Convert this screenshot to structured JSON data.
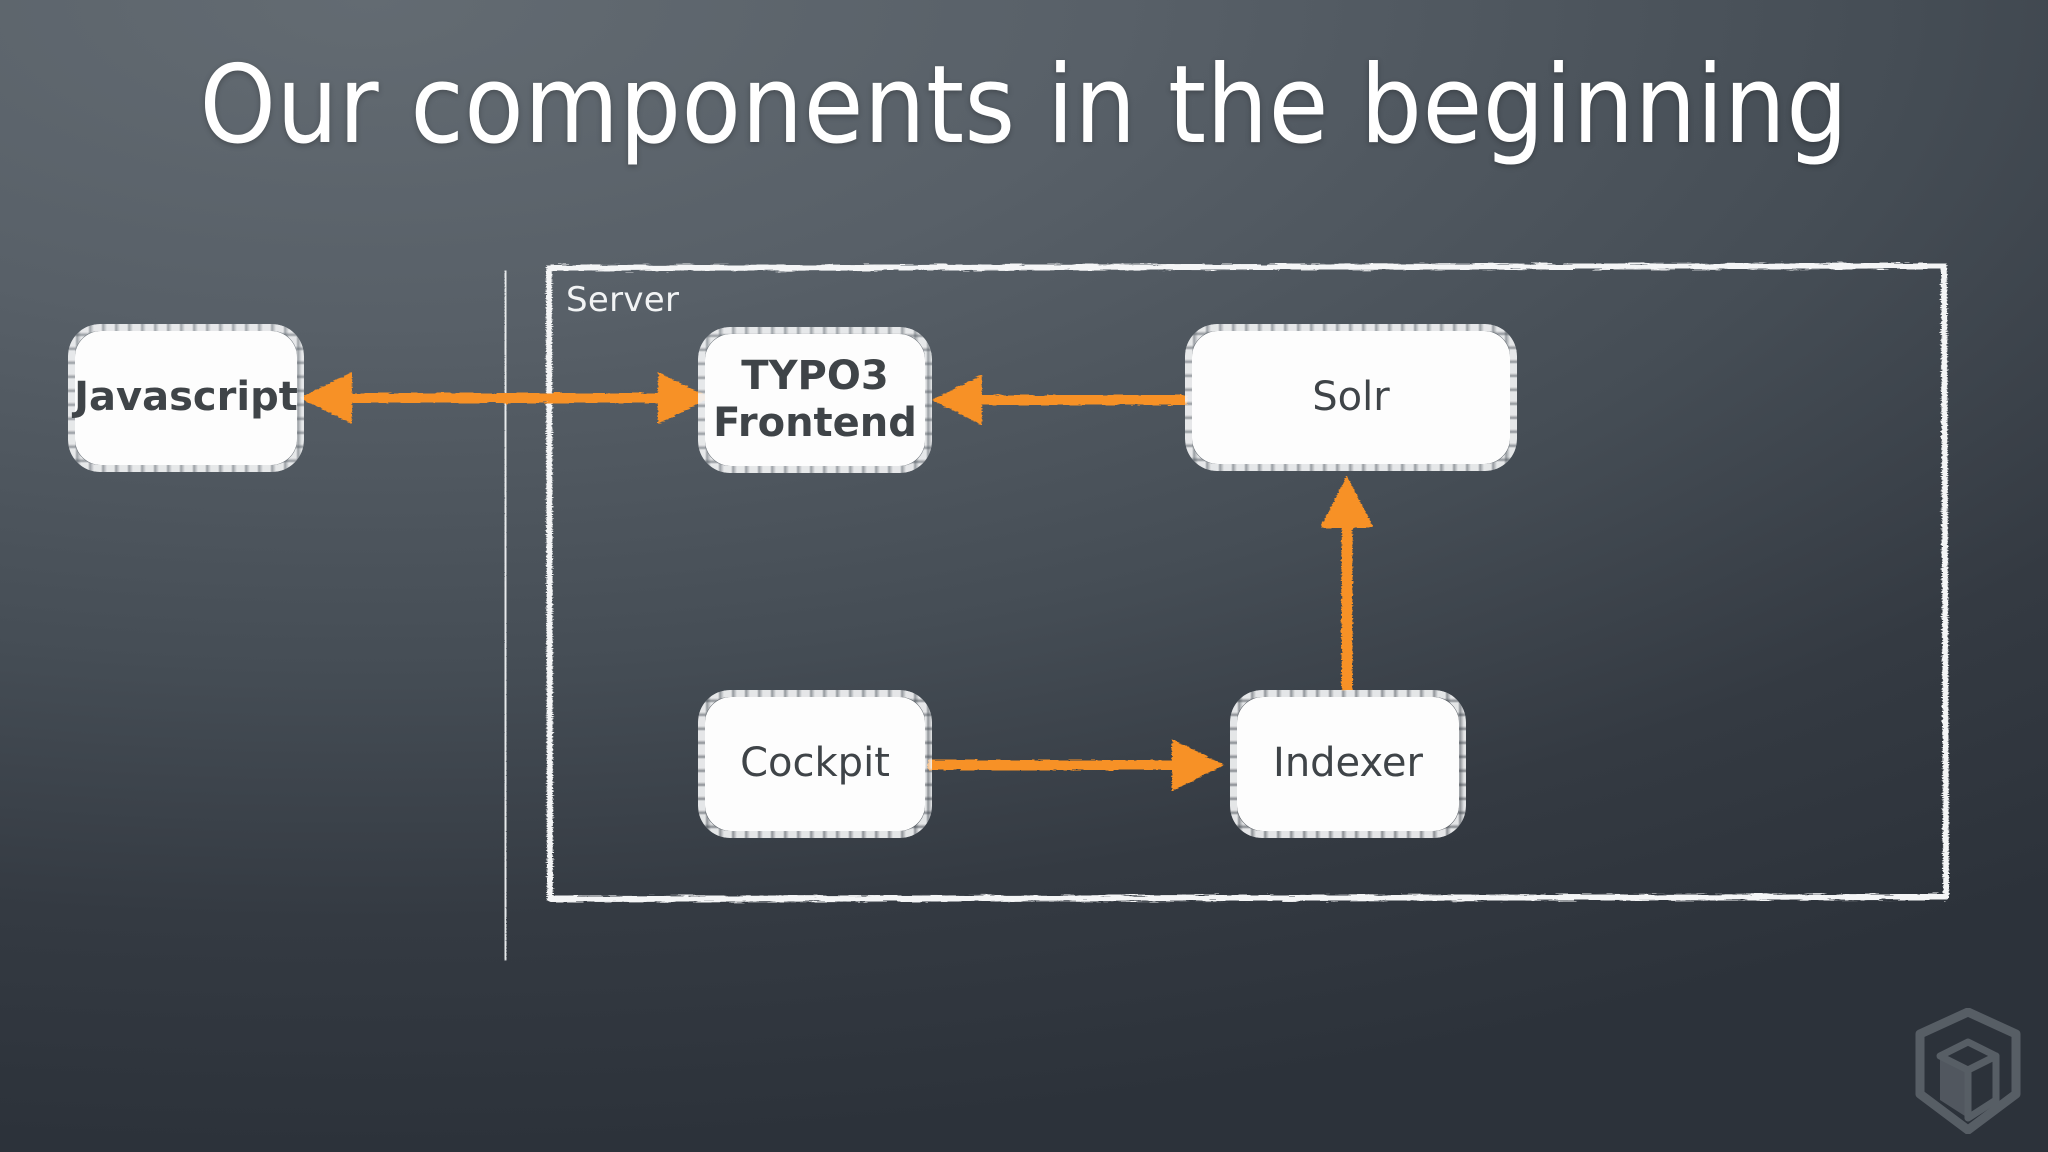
{
  "slide": {
    "title": "Our components in the beginning",
    "background_top_color": "#636b72",
    "background_bottom_color": "#2c323a",
    "accent_color": "#f79125",
    "stroke_color": "#f4f5f6",
    "node_fill_color": "#fdfdfd",
    "node_text_color": "#3f4448"
  },
  "boundary": {
    "label": "Server"
  },
  "nodes": [
    {
      "id": "javascript",
      "label": "Javascript"
    },
    {
      "id": "typo3",
      "label_line1": "TYPO3",
      "label_line2": "Frontend"
    },
    {
      "id": "solr",
      "label": "Solr"
    },
    {
      "id": "cockpit",
      "label": "Cockpit"
    },
    {
      "id": "indexer",
      "label": "Indexer"
    }
  ],
  "connections": [
    {
      "from": "javascript",
      "to": "typo3",
      "direction": "bidirectional"
    },
    {
      "from": "solr",
      "to": "typo3",
      "direction": "single"
    },
    {
      "from": "indexer",
      "to": "solr",
      "direction": "single"
    },
    {
      "from": "cockpit",
      "to": "indexer",
      "direction": "single"
    }
  ],
  "logo": {
    "name": "cube-logo"
  }
}
